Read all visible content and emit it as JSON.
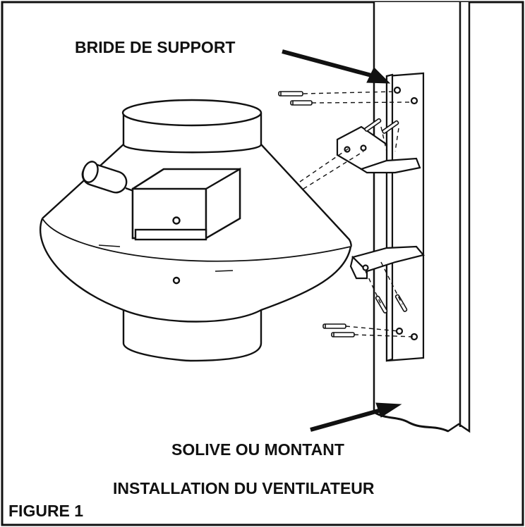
{
  "labels": {
    "bracket": "BRIDE DE SUPPORT",
    "joist": "SOLIVE OU MONTANT",
    "title": "INSTALLATION DU VENTILATEUR",
    "figure": "FIGURE 1"
  },
  "colors": {
    "line": "#111111",
    "background": "#ffffff"
  },
  "icons": [
    "inline-duct-fan",
    "mounting-bracket",
    "wood-joist",
    "screw",
    "pointer-arrow"
  ]
}
